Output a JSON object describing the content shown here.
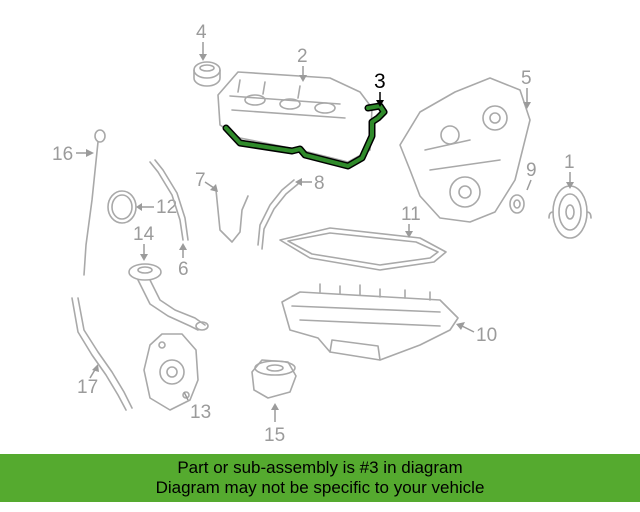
{
  "colors": {
    "banner_bg": "#55aa2f",
    "highlight_part": "#2f8a2a",
    "part_lines": "#a9a9a9"
  },
  "callouts": {
    "c1": "1",
    "c2": "2",
    "c3": "3",
    "c4": "4",
    "c5": "5",
    "c6": "6",
    "c7": "7",
    "c8": "8",
    "c9": "9",
    "c10": "10",
    "c11": "11",
    "c12": "12",
    "c13": "13",
    "c14": "14",
    "c15": "15",
    "c16": "16",
    "c17": "17"
  },
  "highlighted_callout": "3",
  "banner": {
    "line1": "Part or sub-assembly is #3 in diagram",
    "line2": "Diagram may not be specific to your vehicle"
  }
}
